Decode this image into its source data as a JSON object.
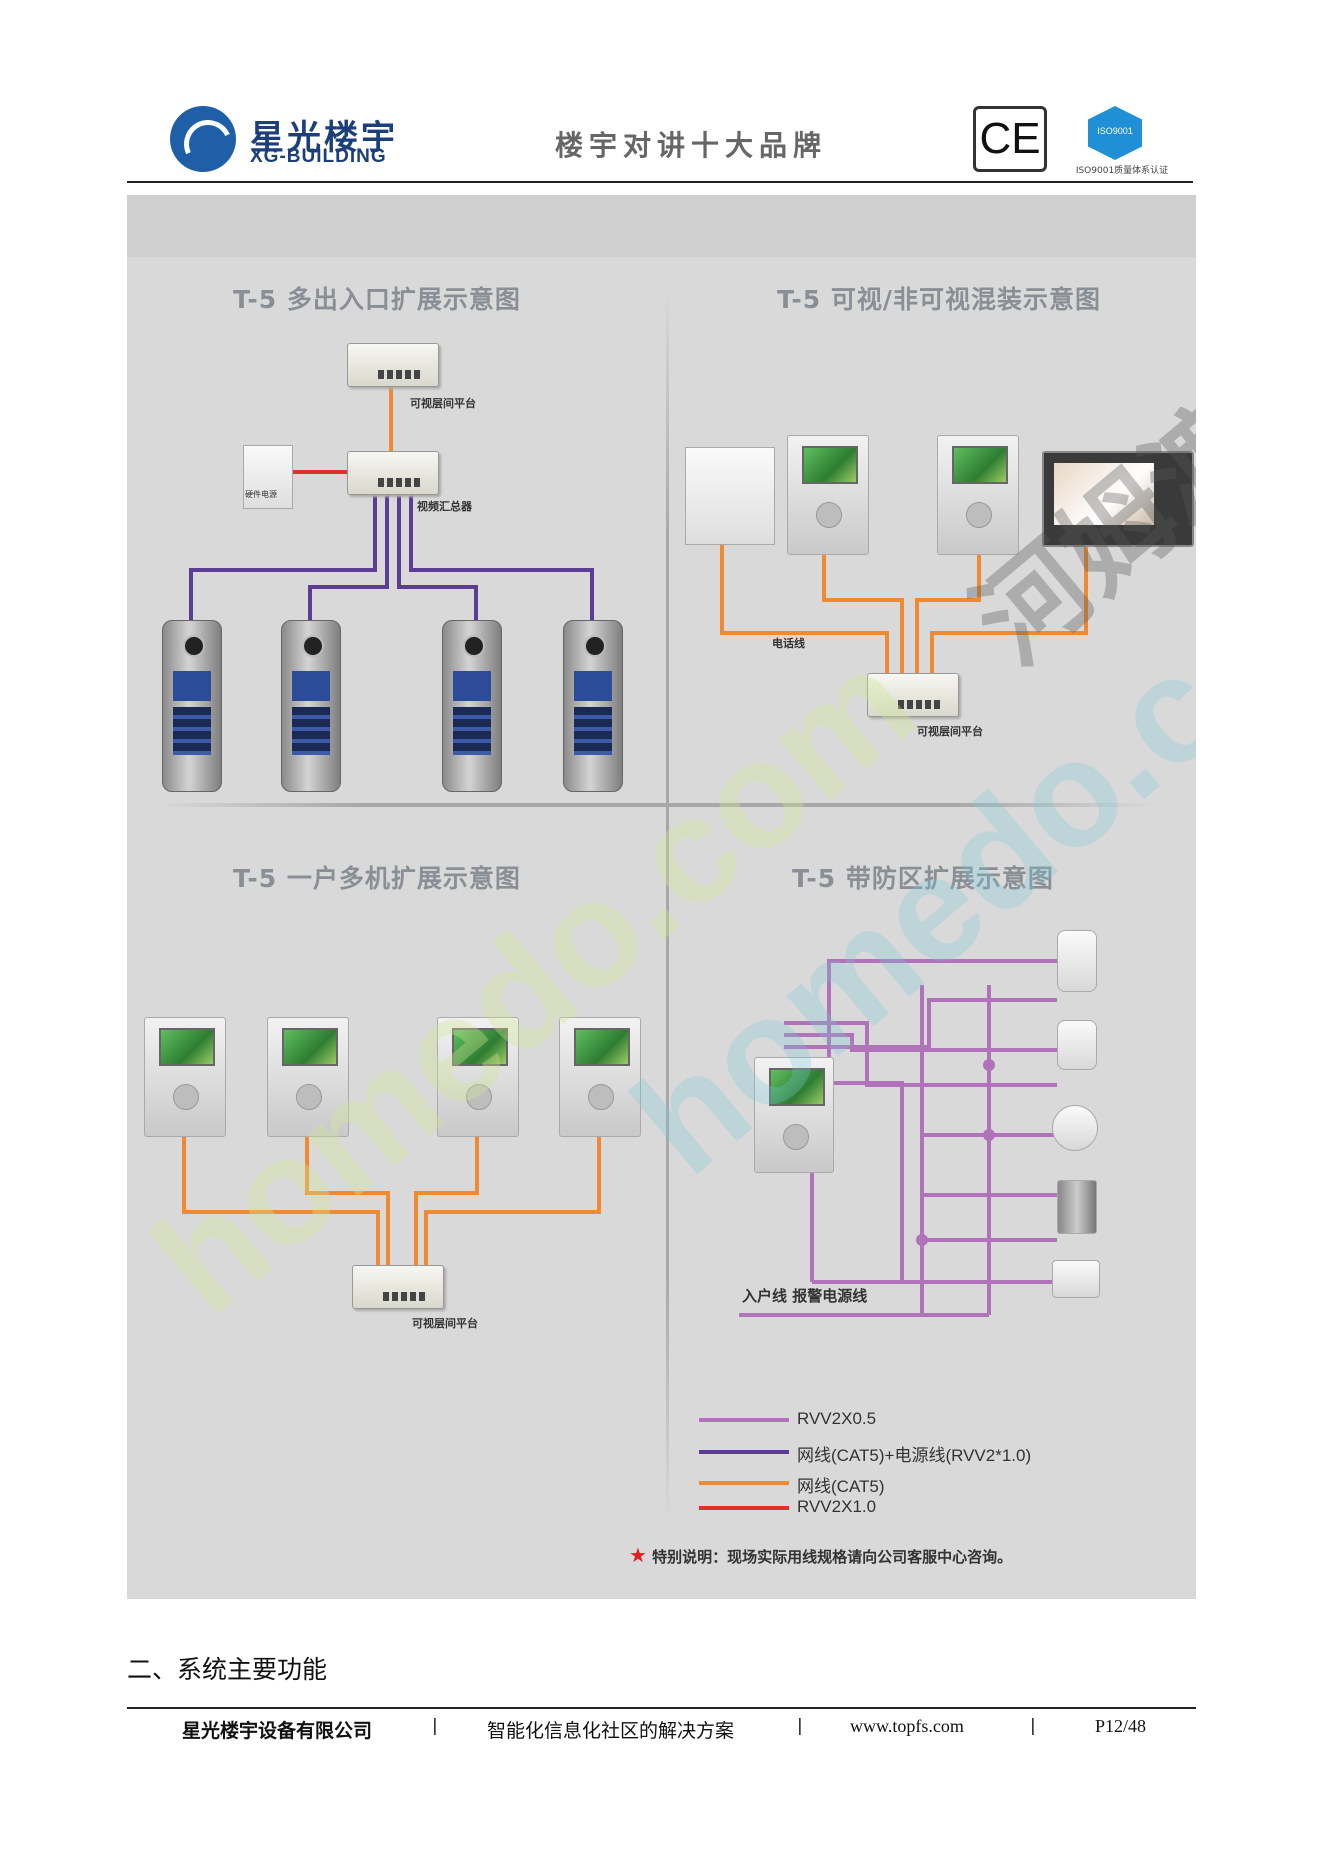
{
  "header": {
    "brand_cn": "星光楼宇",
    "brand_en": "XG-BUILDING",
    "slogan": "楼宇对讲十大品牌",
    "ce_mark": "CE",
    "iso_badge": "ISO9001",
    "iso_caption": "ISO9001质量体系认证"
  },
  "diagrams": {
    "q1": {
      "title": "T-5 多出入口扩展示意图",
      "label_platform": "可视层间平台",
      "label_hub": "视频汇总器",
      "label_switch": "硬件电源"
    },
    "q2": {
      "title": "T-5 可视/非可视混装示意图",
      "label_line": "电话线",
      "label_platform": "可视层间平台"
    },
    "q3": {
      "title": "T-5 一户多机扩展示意图",
      "label_platform": "可视层间平台"
    },
    "q4": {
      "title": "T-5 带防区扩展示意图",
      "label_wires": "入户线   报警电源线"
    }
  },
  "legend": [
    {
      "label": "RVV2X0.5",
      "color": "#b072b8"
    },
    {
      "label": "网线(CAT5)+电源线(RVV2*1.0)",
      "color": "#5b3e94"
    },
    {
      "label": "网线(CAT5)",
      "color": "#f08a30"
    },
    {
      "label": "RVV2X1.0",
      "color": "#e0302a"
    }
  ],
  "note": "特别说明：现场实际用线规格请向公司客服中心咨询。",
  "section_heading": "二、系统主要功能",
  "footer": {
    "company": "星光楼宇设备有限公司",
    "sep": "|",
    "solution": "智能化信息化社区的解决方案",
    "url": "www.topfs.com",
    "page": "P12/48"
  },
  "watermark": {
    "text1": "homedo.com",
    "text2": "河姆渡"
  },
  "colors": {
    "purple_light": "#b072b8",
    "purple_dark": "#5b3e94",
    "orange": "#f08a30",
    "red": "#e0302a",
    "panel_bg": "#d9d9d9"
  }
}
